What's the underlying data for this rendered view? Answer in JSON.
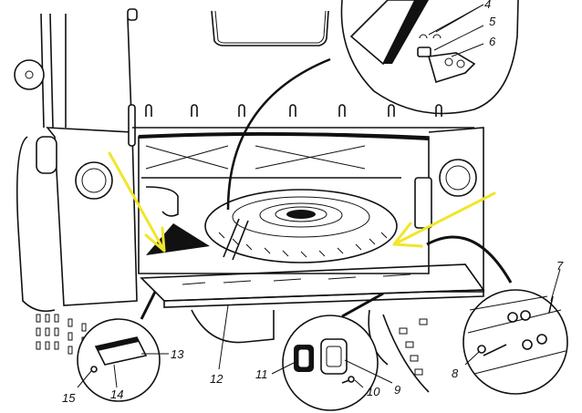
{
  "figure": {
    "title": "",
    "description": "Spare wheel stowage in vehicle rear compartment with detail callouts"
  },
  "callouts": [
    {
      "id": "4",
      "label": "4"
    },
    {
      "id": "5",
      "label": "5"
    },
    {
      "id": "6",
      "label": "6"
    },
    {
      "id": "7",
      "label": "7"
    },
    {
      "id": "8",
      "label": "8"
    },
    {
      "id": "9",
      "label": "9"
    },
    {
      "id": "10",
      "label": "10"
    },
    {
      "id": "11",
      "label": "11"
    },
    {
      "id": "12",
      "label": "12"
    },
    {
      "id": "13",
      "label": "13"
    },
    {
      "id": "14",
      "label": "14"
    },
    {
      "id": "15",
      "label": "15"
    }
  ],
  "annotations": {
    "arrow_color": "#f0e62a",
    "arrows": [
      {
        "name": "left-yellow-arrow",
        "points_to": "compartment floor left"
      },
      {
        "name": "right-yellow-arrow",
        "points_to": "spare wheel right side"
      }
    ]
  },
  "colors": {
    "line": "#111111",
    "background": "#ffffff",
    "highlight": "#f0e62a"
  }
}
